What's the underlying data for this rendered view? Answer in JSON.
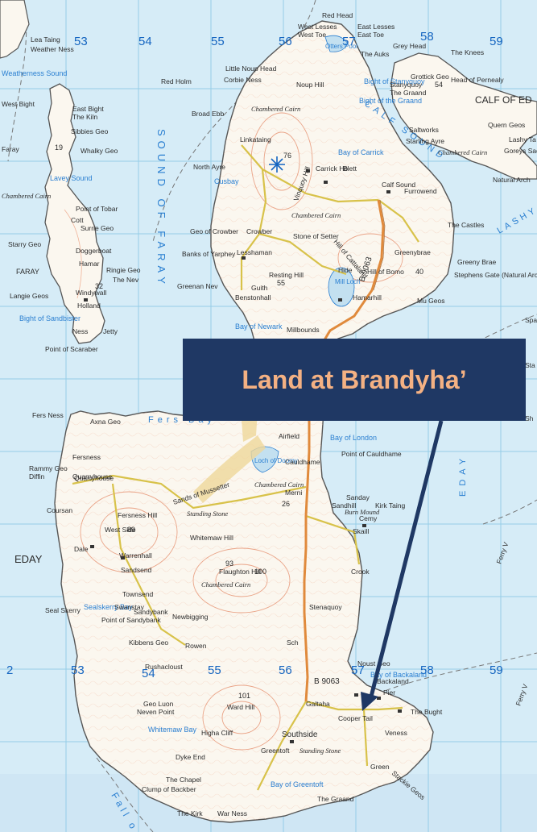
{
  "callout": {
    "text": "Land at Brandyha’"
  },
  "grid_labels": {
    "top": [
      "53",
      "54",
      "55",
      "56",
      "57",
      "58",
      "59"
    ],
    "bottom": [
      "2",
      "53",
      "54",
      "55",
      "56",
      "57",
      "58",
      "59"
    ]
  },
  "road_labels": {
    "b9063_north": "B 9063",
    "b9063_south": "B 9063"
  },
  "sea_labels": {
    "sound_of_faray": "SOUND OF FARAY",
    "calf_sound": "CALF SOUND",
    "fersness_bay": "Fers Bay",
    "eday_sound": "EDAY",
    "lashy": "LASHY",
    "fall_of": "Fall o",
    "bay_of_carrick": "Bay of Carrick",
    "bay_of_newark": "Bay of Newark",
    "bay_of_london": "Bay of London",
    "bay_of_greentoft": "Bay of Greentoft",
    "whitemaw_bay": "Whitemaw Bay",
    "bay_of_backaland": "Bay of Backaland",
    "sealskerry_bay": "Sealskerry Bay",
    "bight_of_sandbister": "Bight of Sandbister",
    "laval_sound": "Lavey Sound",
    "bight_of_stanyquoy": "Bight of Stanyquoy",
    "bight_of_grand": "Bight of the Graand",
    "mill_loch": "Mill Loch",
    "loch_of_doomy": "Loch of Doomy",
    "otters_pool": "Otters Pool",
    "weatherness_sound": "Weatherness Sound",
    "cusbay": "Cusbay",
    "calf_of_eday": "CALF OF ED"
  },
  "place_labels": [
    "Red Head",
    "West Lesses",
    "West Toe",
    "East Lesses",
    "East Toe",
    "The Auks",
    "Grey Head",
    "The Knees",
    "Grottick Geo",
    "Head of Pernealy",
    "The Graand",
    "Little Noup Head",
    "Corbie Ness",
    "Noup Hill",
    "Red Holm",
    "Chambered Cairn",
    "Broad Ebb",
    "Linkataing",
    "Saltworks",
    "Quern Geos",
    "Starling Ayre",
    "Goreys Saddle",
    "Lashy Ta",
    "North Ayre",
    "Carrick Ho",
    "Blett",
    "Furrowend",
    "Natural Arch",
    "Calf Sound",
    "Vinquoy Hill",
    "The Castles",
    "Geo of Crowber",
    "Crowber",
    "Stone of Setter",
    "Banks of Yarphey",
    "Lesshaman",
    "Hill of Cattaland",
    "Greenybrae",
    "Greeny Brae",
    "Resting Hill",
    "Hide",
    "Hill of Bomo",
    "Stephens Gate (Natural Arch)",
    "Greenan Nev",
    "Guith",
    "Benstonhall",
    "Hamarhill",
    "Mu Geos",
    "Millbounds",
    "Fers Ness",
    "Axna Geo",
    "Airfield",
    "Point of Cauldhame",
    "Cauldhame",
    "Rammy Geo",
    "Diffin",
    "Quarryhouse",
    "Sands of Mussetter",
    "Chambered Cairn",
    "Merni",
    "Sanday",
    "Sandhill",
    "Kirk Taing",
    "Burn Mound",
    "Cemy",
    "Skaill",
    "Coursan",
    "Fersness Hill",
    "West Side",
    "Standing Stone",
    "Whitemaw Hill",
    "Dale",
    "Warrenhall",
    "Sandsend",
    "Flaughton Hill",
    "Crook",
    "EDAY",
    "Townsend",
    "Swanstay",
    "Sandybank",
    "Newbigging",
    "Seal Skerry",
    "Point of Sandybank",
    "Stenaquoy",
    "Kibbens Geo",
    "Rowen",
    "Rushacloust",
    "Sch",
    "Noust Geo",
    "Pier",
    "Geo Luon",
    "Neven Point",
    "Ward Hill",
    "Galtaha",
    "The Bught",
    "Cooper Tail",
    "Southside",
    "Veness",
    "Higha Cliff",
    "Backaland",
    "Greentoft",
    "Standing Stone",
    "Dyke End",
    "The Chapel",
    "Green",
    "Clump of Backber",
    "The Graand",
    "Stackie Geos",
    "The Kirk",
    "War Ness",
    "Faray",
    "FARAY",
    "Starry Geo",
    "Point of Tobar",
    "Cott",
    "Surrie Geo",
    "Doggerboat",
    "Hamar",
    "Ringie Geo",
    "The Nev",
    "Windywall",
    "Holland",
    "Langie Geos",
    "Ness",
    "Jetty",
    "Point of Scaraber",
    "Lea Taing",
    "Weather Ness",
    "The Kiln",
    "Sibbies Geo",
    "East Bight",
    "West Bight",
    "Whalky Geo",
    "Chambered Cairn",
    "Chambered Cairn",
    "Chambered Cairn",
    "Chambered Cairn",
    "Spa",
    "Sta",
    "Sh",
    "Ferry V",
    "Ferry V",
    "Fersness",
    "Quarryhouse",
    "Stanyquoy"
  ],
  "height_labels": [
    "19",
    "32",
    "76",
    "55",
    "40",
    "89",
    "26",
    "93",
    "100",
    "101",
    "54"
  ],
  "colors": {
    "sea": "#d6ecf7",
    "sea_deep": "#c3e0f0",
    "land": "#fbf7ef",
    "grid": "#8ecae6",
    "road_main": "#e08a3c",
    "road_minor": "#e9d35a",
    "callout_bg": "#1f3864",
    "callout_text": "#f4b183",
    "arrow": "#1f3864"
  }
}
